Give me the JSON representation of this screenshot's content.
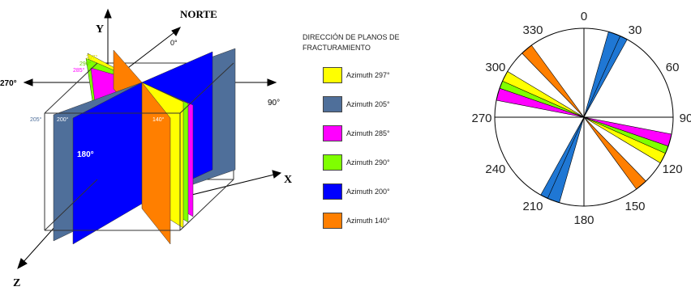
{
  "block_diagram": {
    "axis_y": "Y",
    "axis_x": "X",
    "axis_z": "Z",
    "north": "NORTE",
    "deg_0": "0°",
    "deg_90": "90°",
    "deg_180": "180°",
    "deg_270": "270°",
    "label_205": "205°",
    "label_200": "200°",
    "label_140": "140°",
    "label_297": "297°",
    "label_290": "290°",
    "label_285": "285°"
  },
  "legend": {
    "title_line1": "DIRECCIÓN DE PLANOS DE",
    "title_line2": "FRACTURAMIENTO",
    "items": [
      {
        "label": "Azimuth 297°",
        "color": "#ffff00"
      },
      {
        "label": "Azimuth 205°",
        "color": "#4f6f9a"
      },
      {
        "label": "Azimuth 285°",
        "color": "#ff00ff"
      },
      {
        "label": "Azimuth 290°",
        "color": "#7fff00"
      },
      {
        "label": "Azimuth 200°",
        "color": "#0000ff"
      },
      {
        "label": "Azimuth 140°",
        "color": "#ff7f00"
      }
    ]
  },
  "rose": {
    "tick_labels": [
      "0",
      "30",
      "60",
      "90",
      "120",
      "150",
      "180",
      "210",
      "240",
      "270",
      "300",
      "330"
    ],
    "petals": [
      {
        "azimuth": 25,
        "color": "#1f77d4"
      },
      {
        "azimuth": 20,
        "color": "#1f77d4"
      },
      {
        "azimuth": 117,
        "color": "#ffff00"
      },
      {
        "azimuth": 110,
        "color": "#7fff00"
      },
      {
        "azimuth": 105,
        "color": "#ff00ff"
      },
      {
        "azimuth": 140,
        "color": "#ff7f00"
      }
    ]
  }
}
